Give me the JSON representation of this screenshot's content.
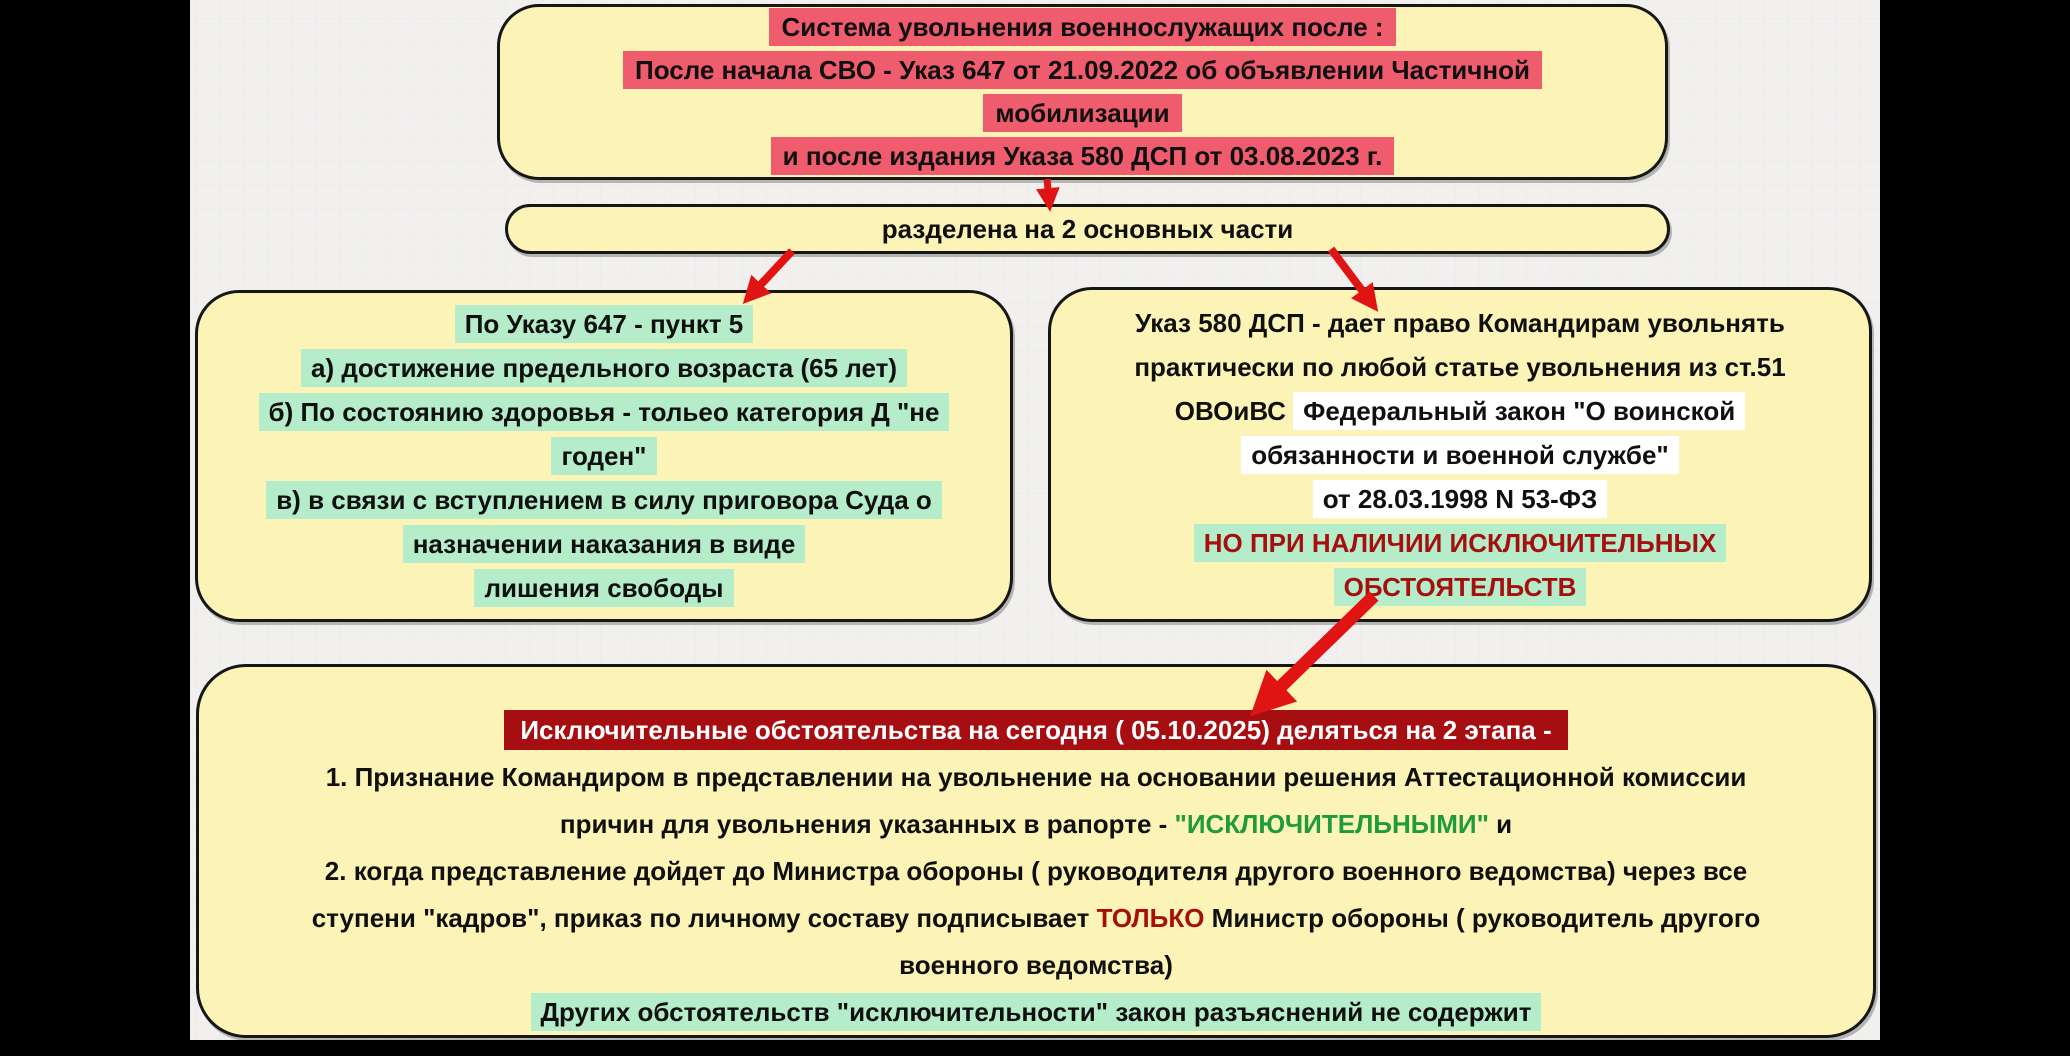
{
  "colors": {
    "box_fill": "#fcf4b6",
    "red_highlight": "#ef5c6d",
    "green_highlight": "#b5ecca",
    "white_highlight": "#ffffff",
    "dark_red_header_bg": "#a60e12",
    "dark_red_text": "#a5100f",
    "green_text": "#1f9a3c",
    "arrow_red": "#e11414",
    "canvas_bg": "#f1f0ee"
  },
  "diagram": {
    "title_box": {
      "lines": [
        "Система увольнения военнослужащих после :",
        "После начала СВО - Указ 647 от 21.09.2022 об объявлении Частичной",
        "мобилизации",
        "и после издания Указа 580 ДСП от 03.08.2023  г."
      ]
    },
    "divider_box": {
      "label": "разделена на 2 основных части"
    },
    "left_box": {
      "lines": [
        "По Указу 647 - пункт 5",
        "а) достижение предельного возраста (65 лет)",
        "б) По состоянию здоровья - тольео категория Д \"не",
        "годен\"",
        "в) в связи с вступлением в силу приговора Суда о",
        "назначении наказания в виде",
        "лишения свободы"
      ]
    },
    "right_box": {
      "plain1": "Указ 580 ДСП - дает право Командирам увольнять",
      "plain2": "практически по любой статье увольнения из ст.51",
      "line3_prefix": "ОВОиВС ",
      "line3_white": "Федеральный закон \"О воинской",
      "white2": "обязанности и военной службе\"",
      "white3": "от 28.03.1998 N 53-ФЗ",
      "warn1": "НО ПРИ НАЛИЧИИ ИСКЛЮЧИТЕЛЬНЫХ",
      "warn2": "ОБСТОЯТЕЛЬСТВ"
    },
    "bottom_box": {
      "header": "Исключительные обстоятельства на сегодня ( 05.10.2025) деляться на 2 этапа -",
      "p1": "1. Признание Командиром в представлении на увольнение на основании решения Аттестационной комиссии",
      "p2_pre": "причин для увольнения указанных в рапорте - ",
      "p2_green": "\"ИСКЛЮЧИТЕЛЬНЫМИ\"",
      "p2_post": " и",
      "p3": "2. когда представление дойдет до Министра обороны ( руководителя другого военного ведомства) через все",
      "p4_pre": "ступени \"кадров\", приказ по личному составу подписывает ",
      "p4_red": "ТОЛЬКО",
      "p4_post": " Министр обороны ( руководитель другого",
      "p5": "военного ведомства)",
      "p6": "Других обстоятельств \"исключительности\" закон разъяснений не содержит"
    }
  }
}
